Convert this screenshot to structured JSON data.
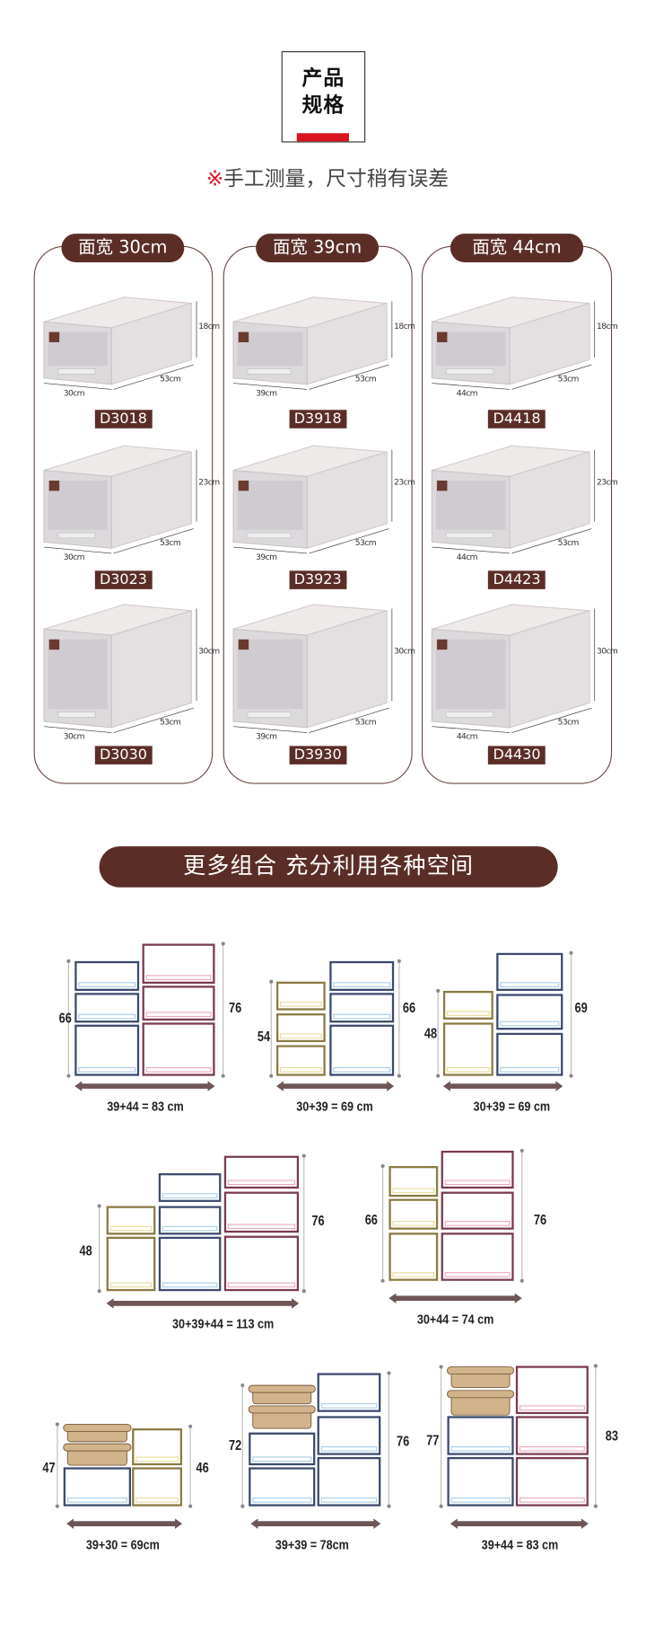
{
  "header": {
    "title_line1": "产品",
    "title_line2": "规格",
    "note_mark": "※",
    "note": "手工测量，尺寸稍有误差"
  },
  "panels": [
    {
      "label": "面宽 30cm",
      "items": [
        {
          "code": "D3018",
          "height": "18cm",
          "width": "30cm",
          "depth": "53cm"
        },
        {
          "code": "D3023",
          "height": "23cm",
          "width": "30cm",
          "depth": "53cm"
        },
        {
          "code": "D3030",
          "height": "30cm",
          "width": "30cm",
          "depth": "53cm"
        }
      ]
    },
    {
      "label": "面宽 39cm",
      "items": [
        {
          "code": "D3918",
          "height": "18cm",
          "width": "39cm",
          "depth": "53cm"
        },
        {
          "code": "D3923",
          "height": "23cm",
          "width": "39cm",
          "depth": "53cm"
        },
        {
          "code": "D3930",
          "height": "30cm",
          "width": "39cm",
          "depth": "53cm"
        }
      ]
    },
    {
      "label": "面宽 44cm",
      "items": [
        {
          "code": "D4418",
          "height": "18cm",
          "width": "44cm",
          "depth": "53cm"
        },
        {
          "code": "D4423",
          "height": "23cm",
          "width": "44cm",
          "depth": "53cm"
        },
        {
          "code": "D4430",
          "height": "30cm",
          "width": "44cm",
          "depth": "53cm"
        }
      ]
    }
  ],
  "banner": "更多组合 充分利用各种空间",
  "combos": [
    {
      "left": "66",
      "right": "76",
      "total": "39+44 = 83 cm"
    },
    {
      "left": "54",
      "right": "66",
      "total": "30+39 = 69 cm"
    },
    {
      "left": "48",
      "right": "69",
      "total": "30+39 = 69 cm"
    },
    {
      "left": "48",
      "right": "76",
      "total": "30+39+44 = 113 cm"
    },
    {
      "left": "66",
      "right": "76",
      "total": "30+44 = 74 cm"
    },
    {
      "left": "47",
      "right": "46",
      "total": "39+30 = 69cm"
    },
    {
      "left": "72",
      "right": "76",
      "total": "39+39 = 78cm"
    },
    {
      "left": "77",
      "right": "83",
      "total": "39+44 = 83 cm"
    }
  ],
  "colors": {
    "brown": "#5a2e27",
    "red": "#d8141f",
    "blue": "#3c4a6e",
    "pink": "#7a3b52",
    "yellow": "#7a6a3a",
    "tan": "#d2b48c"
  }
}
